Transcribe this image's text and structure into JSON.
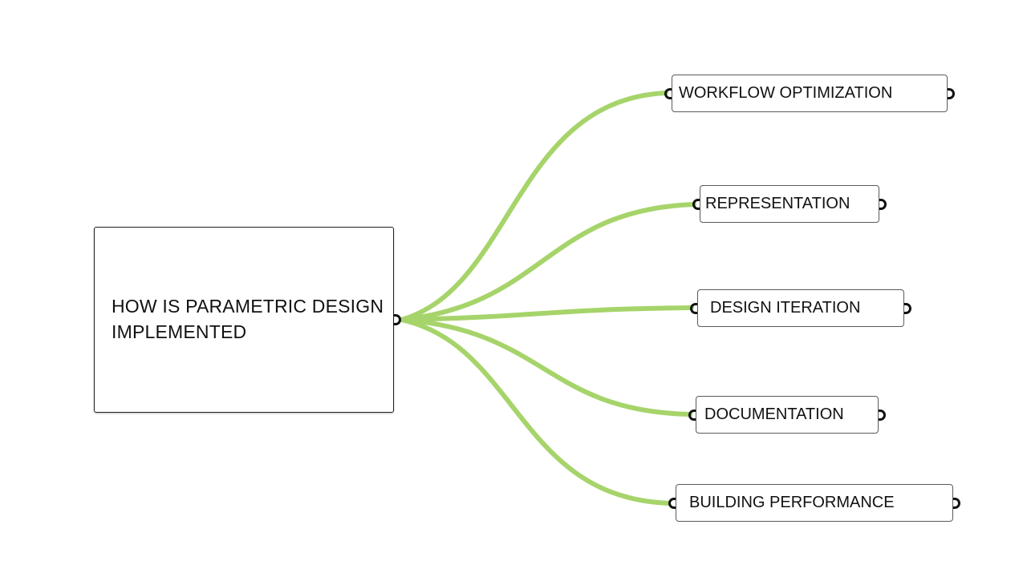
{
  "diagram": {
    "root": {
      "label": "HOW IS PARAMETRIC DESIGN IMPLEMENTED"
    },
    "children": [
      {
        "label": "WORKFLOW OPTIMIZATION"
      },
      {
        "label": "REPRESENTATION"
      },
      {
        "label": "DESIGN ITERATION"
      },
      {
        "label": "DOCUMENTATION"
      },
      {
        "label": "BUILDING PERFORMANCE"
      }
    ],
    "colors": {
      "wire": "#a6d46a",
      "node_border": "#5a5a5a",
      "port": "#111111"
    }
  }
}
